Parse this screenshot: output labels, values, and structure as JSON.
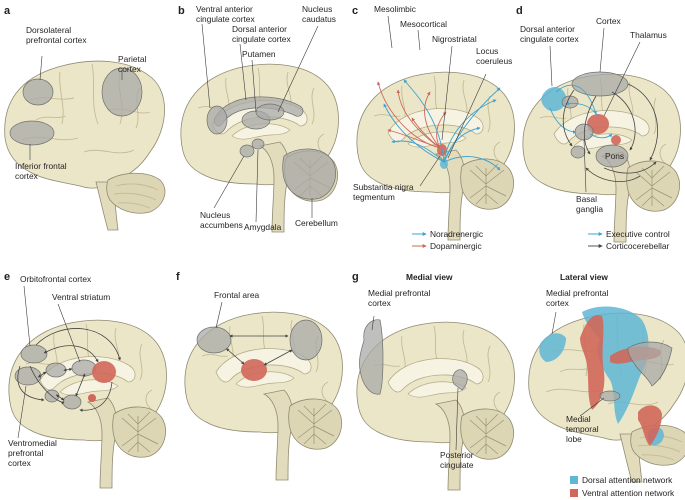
{
  "panels": {
    "a": {
      "letter": "a",
      "labels": {
        "dlpfc_1": "Dorsolateral",
        "dlpfc_2": "prefrontal cortex",
        "parietal_1": "Parietal",
        "parietal_2": "cortex",
        "ifc_1": "Inferior frontal",
        "ifc_2": "cortex"
      }
    },
    "b": {
      "letter": "b",
      "labels": {
        "vacc_1": "Ventral anterior",
        "vacc_2": "cingulate cortex",
        "dacc_1": "Dorsal anterior",
        "dacc_2": "cingulate cortex",
        "putamen": "Putamen",
        "caud_1": "Nucleus",
        "caud_2": "caudatus",
        "nacc_1": "Nucleus",
        "nacc_2": "accumbens",
        "amygdala": "Amygdala",
        "cerebellum": "Cerebellum"
      }
    },
    "c": {
      "letter": "c",
      "labels": {
        "mesolimbic": "Mesolimbic",
        "mesocortical": "Mesocortical",
        "nigrostriatal": "Nigrostriatal",
        "lc_1": "Locus",
        "lc_2": "coeruleus",
        "snt_1": "Substantia nigra",
        "snt_2": "tegmentum"
      },
      "legend": [
        {
          "text": "Noradrenergic",
          "color": "#3ea3cf"
        },
        {
          "text": "Dopaminergic",
          "color": "#d0675a"
        }
      ]
    },
    "d": {
      "letter": "d",
      "labels": {
        "dacc_1": "Dorsal anterior",
        "dacc_2": "cingulate cortex",
        "cortex": "Cortex",
        "thalamus": "Thalamus",
        "pons": "Pons",
        "bg_1": "Basal",
        "bg_2": "ganglia"
      },
      "legend": [
        {
          "text": "Executive control",
          "color": "#3ea3cf"
        },
        {
          "text": "Corticocerebellar",
          "color": "#555555"
        }
      ]
    },
    "e": {
      "letter": "e",
      "labels": {
        "ofc": "Orbitofrontal cortex",
        "vs": "Ventral striatum",
        "vm_1": "Ventromedial",
        "vm_2": "prefrontal",
        "vm_3": "cortex"
      }
    },
    "f": {
      "letter": "f",
      "labels": {
        "frontal": "Frontal area"
      }
    },
    "g": {
      "letter": "g",
      "headings": {
        "medial": "Medial view",
        "lateral": "Lateral view"
      },
      "labels": {
        "mpfc_1": "Medial prefrontal",
        "mpfc_2": "cortex",
        "pc_1": "Posterior",
        "pc_2": "cingulate",
        "lmpfc_1": "Medial prefrontal",
        "lmpfc_2": "cortex",
        "mtl_1": "Medial",
        "mtl_2": "temporal",
        "mtl_3": "lobe"
      },
      "legend": [
        {
          "text": "Dorsal attention network",
          "color": "#5fb6d6"
        },
        {
          "text": "Ventral attention network",
          "color": "#d0675a"
        }
      ]
    }
  }
}
